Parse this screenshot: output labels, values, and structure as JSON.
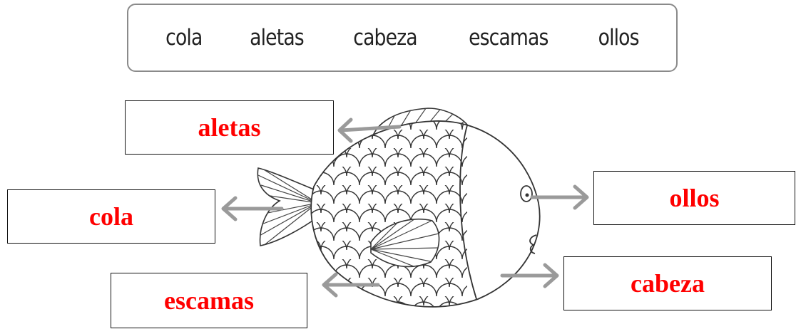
{
  "word_bank": {
    "words": [
      "cola",
      "aletas",
      "cabeza",
      "escamas",
      "ollos"
    ]
  },
  "labels": {
    "aletas": "aletas",
    "cola": "cola",
    "escamas": "escamas",
    "ollos": "ollos",
    "cabeza": "cabeza"
  },
  "colors": {
    "label_text": "#ff0000",
    "arrow": "#9a9a9a",
    "outline": "#333333"
  }
}
